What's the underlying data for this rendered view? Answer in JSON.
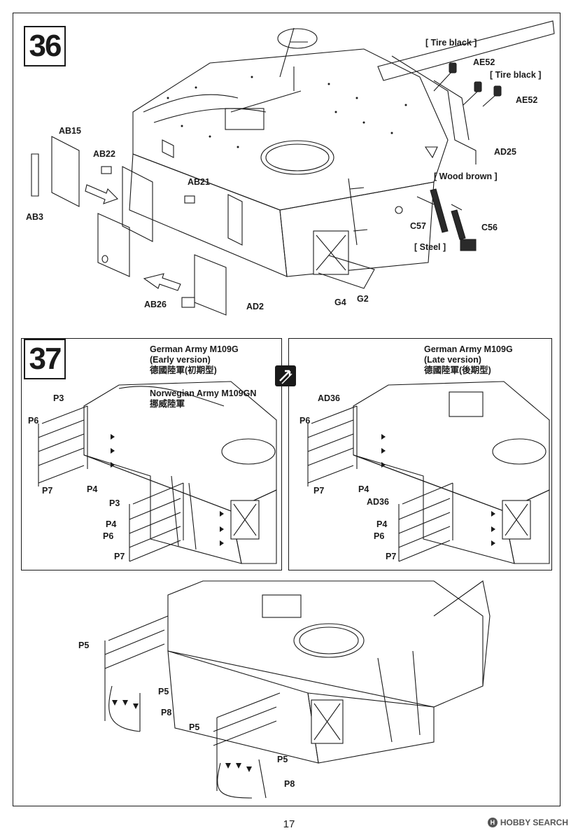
{
  "steps": [
    {
      "number": "36",
      "labels": {
        "AB15": "AB15",
        "AB22": "AB22",
        "AB21": "AB21",
        "AB3": "AB3",
        "AB26": "AB26",
        "AD2": "AD2",
        "G4": "G4",
        "G2": "G2",
        "AE52a": "AE52",
        "AE52b": "AE52",
        "AD25": "AD25",
        "C57": "C57",
        "C56": "C56"
      },
      "color_notes": {
        "tire_black_1": "[ Tire black ]",
        "tire_black_2": "[ Tire black ]",
        "wood_brown": "[ Wood brown ]",
        "steel": "[ Steel ]"
      }
    },
    {
      "number": "37",
      "variants": [
        {
          "title_line1": "German Army M109G",
          "title_line2": "(Early version)",
          "title_line3": "德國陸軍(初期型)",
          "alt_line1": "Norwegian Army M109GN",
          "alt_line2": "挪威陸軍",
          "labels": [
            "P3",
            "P6",
            "P7",
            "P4",
            "P3",
            "P4",
            "P6",
            "P7"
          ]
        },
        {
          "title_line1": "German Army M109G",
          "title_line2": "(Late version)",
          "title_line3": "德國陸軍(後期型)",
          "labels": [
            "AD36",
            "P6",
            "P7",
            "P4",
            "AD36",
            "P4",
            "P6",
            "P7"
          ]
        }
      ],
      "bottom_labels": [
        "P5",
        "P5",
        "P8",
        "P5",
        "P5",
        "P8"
      ]
    }
  ],
  "page_number": "17",
  "watermark": {
    "badge": "H",
    "text": "HOBBY SEARCH"
  }
}
